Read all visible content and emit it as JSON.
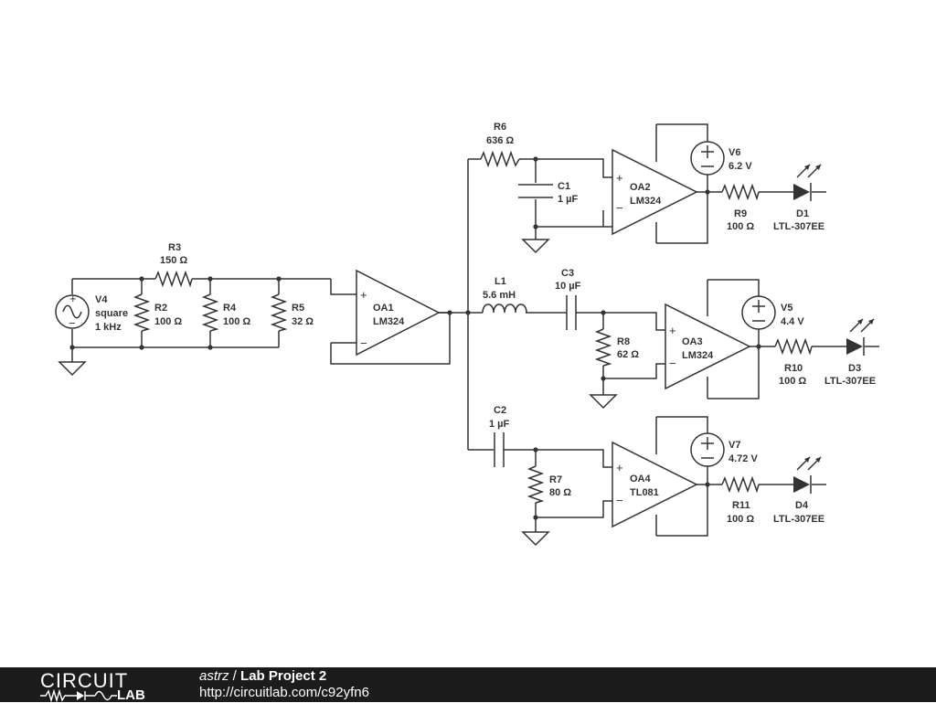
{
  "footer": {
    "brand_top": "CIRCUIT",
    "brand_bottom": "LAB",
    "user": "astrz",
    "separator": " / ",
    "project": "Lab Project 2",
    "url": "http://circuitlab.com/c92yfn6"
  },
  "components": {
    "V4": {
      "name": "V4",
      "type": "square",
      "freq": "1 kHz"
    },
    "R2": {
      "name": "R2",
      "value": "100 Ω"
    },
    "R3": {
      "name": "R3",
      "value": "150 Ω"
    },
    "R4": {
      "name": "R4",
      "value": "100 Ω"
    },
    "R5": {
      "name": "R5",
      "value": "32 Ω"
    },
    "OA1": {
      "name": "OA1",
      "part": "LM324"
    },
    "R6": {
      "name": "R6",
      "value": "636 Ω"
    },
    "C1": {
      "name": "C1",
      "value": "1 µF"
    },
    "OA2": {
      "name": "OA2",
      "part": "LM324"
    },
    "V6": {
      "name": "V6",
      "value": "6.2 V"
    },
    "R9": {
      "name": "R9",
      "value": "100 Ω"
    },
    "D1": {
      "name": "D1",
      "part": "LTL-307EE"
    },
    "L1": {
      "name": "L1",
      "value": "5.6 mH"
    },
    "C3": {
      "name": "C3",
      "value": "10 µF"
    },
    "R8": {
      "name": "R8",
      "value": "62 Ω"
    },
    "OA3": {
      "name": "OA3",
      "part": "LM324"
    },
    "V5": {
      "name": "V5",
      "value": "4.4 V"
    },
    "R10": {
      "name": "R10",
      "value": "100 Ω"
    },
    "D3": {
      "name": "D3",
      "part": "LTL-307EE"
    },
    "C2": {
      "name": "C2",
      "value": "1 µF"
    },
    "R7": {
      "name": "R7",
      "value": "80 Ω"
    },
    "OA4": {
      "name": "OA4",
      "part": "TL081"
    },
    "V7": {
      "name": "V7",
      "value": "4.72 V"
    },
    "R11": {
      "name": "R11",
      "value": "100 Ω"
    },
    "D4": {
      "name": "D4",
      "part": "LTL-307EE"
    }
  },
  "symbols": {
    "plus": "+",
    "minus": "−"
  }
}
